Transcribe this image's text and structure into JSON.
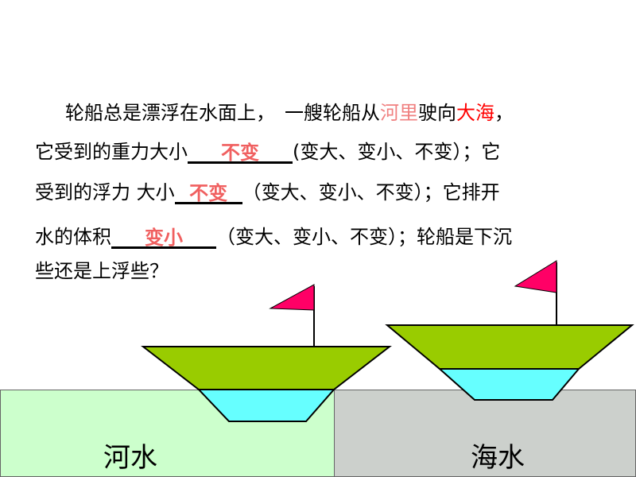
{
  "question": {
    "line1_a": "轮船总是漂浮在水面上，　一艘轮船从",
    "line1_river": "河里",
    "line1_b": "驶向",
    "line1_sea": "大海",
    "line1_c": "，",
    "line2_a": "它受到的重力大小",
    "line2_b": "(变大、变小、不变）；它",
    "line3_a": "受到的浮力 大小",
    "line3_b": "（变大、变小、不变）；它排开",
    "line4_a": "水的体积",
    "line4_b": "（变大、变小、不变）；轮船是下沉",
    "line5": "些还是上浮些？"
  },
  "answers": [
    "不变",
    "不变",
    "变小"
  ],
  "labels": {
    "river": "河水",
    "sea": "海水"
  },
  "colors": {
    "river_text": "#f08080",
    "sea_text": "#ff0000",
    "answer": "#f06060",
    "hull": "#99cc00",
    "water": "#66ffff",
    "flag": "#ff0066",
    "river_ground": "#ccffcc",
    "sea_ground": "#ccd0cc"
  }
}
